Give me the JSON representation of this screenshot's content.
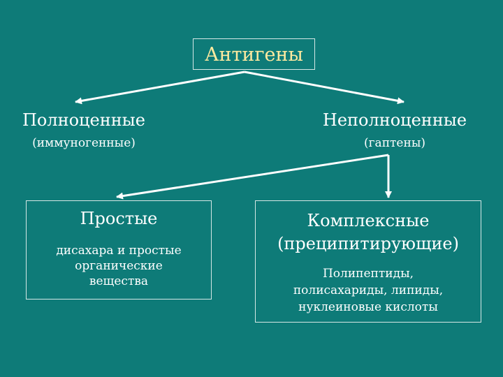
{
  "root": {
    "label": "Антигены"
  },
  "full": {
    "title": "Полноценные",
    "subtitle": "(иммуногенные)"
  },
  "incomplete": {
    "title": "Неполноценные",
    "subtitle": "(гаптены)"
  },
  "simple": {
    "title": "Простые",
    "description": "дисахара и простые\nорганические\nвещества"
  },
  "complex": {
    "title": "Комплексные\n(преципитирующие)",
    "description": "Полипептиды,\nполисахариды, липиды,\nнуклеиновые кислоты"
  },
  "colors": {
    "background": "#0e7b78",
    "root_text": "#ffeaa0",
    "text": "#ffffff",
    "lines": "#ffffff"
  }
}
